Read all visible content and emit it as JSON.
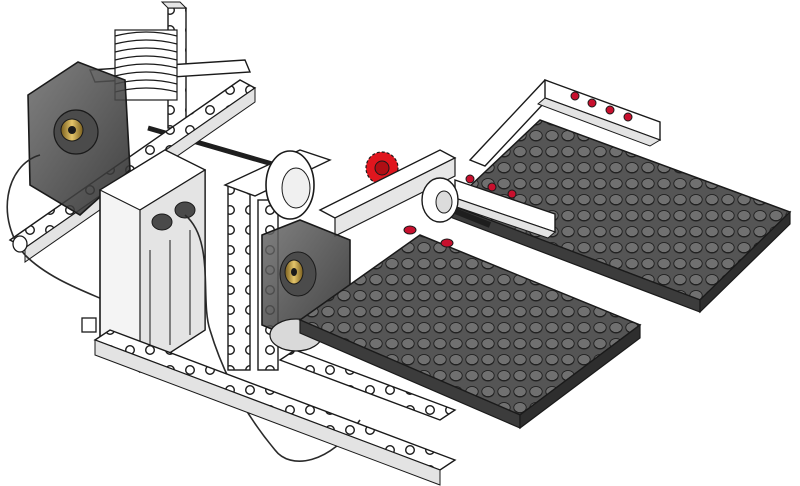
{
  "figure": {
    "kind": "isometric technical assembly illustration",
    "palette": {
      "outline": "#1a1a1a",
      "beam": "#ffffff",
      "beam_shade": "#e6e6e6",
      "beam_dark": "#cfcfcf",
      "plate_top": "#5a5a5a",
      "plate_side": "#3f3f3f",
      "stud": "#6e6e6e",
      "stud_shadow": "#2e2e2e",
      "motor_smoke": "#3a3a3a",
      "motor_body": "#f2f2f2",
      "gear_red": "#e0161e",
      "pin_red": "#c8102e",
      "axle_black": "#1e1e1e",
      "brass": "#b8953a",
      "cable": "#2a2a2a"
    },
    "parts": [
      {
        "id": "upper-motor",
        "icon": "servo-motor-icon"
      },
      {
        "id": "lower-motor",
        "icon": "servo-motor-icon"
      },
      {
        "id": "battery-box",
        "icon": "battery-box-icon"
      },
      {
        "id": "spring",
        "icon": "spring-icon"
      },
      {
        "id": "red-gear",
        "icon": "gear-icon"
      },
      {
        "id": "back-plate",
        "icon": "stud-plate-icon"
      },
      {
        "id": "front-plate",
        "icon": "stud-plate-icon"
      }
    ]
  }
}
